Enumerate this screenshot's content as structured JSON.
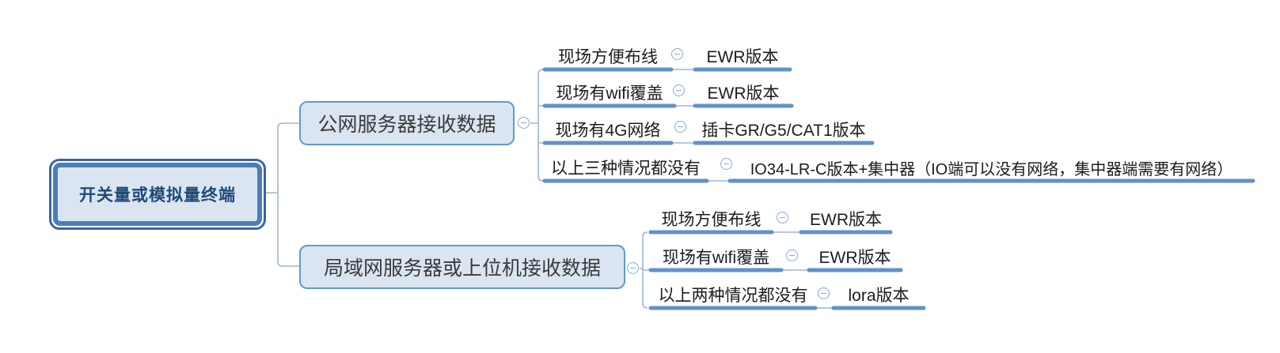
{
  "app": {
    "type": "mind-map"
  },
  "root": {
    "label": "开关量或模拟量终端"
  },
  "branches": [
    {
      "label": "公网服务器接收数据",
      "children": [
        {
          "condition": "现场方便布线",
          "solution": "EWR版本"
        },
        {
          "condition": "现场有wifi覆盖",
          "solution": "EWR版本"
        },
        {
          "condition": "现场有4G网络",
          "solution": "插卡GR/G5/CAT1版本"
        },
        {
          "condition": "以上三种情况都没有",
          "solution": "IO34-LR-C版本+集中器（IO端可以没有网络，集中器端需要有网络）"
        }
      ]
    },
    {
      "label": "局域网服务器或上位机接收数据",
      "children": [
        {
          "condition": "现场方便布线",
          "solution": "EWR版本"
        },
        {
          "condition": "现场有wifi覆盖",
          "solution": "EWR版本"
        },
        {
          "condition": "以上两种情况都没有",
          "solution": "lora版本"
        }
      ]
    }
  ],
  "icons": {
    "collapse": "minus-circle-icon"
  },
  "colors": {
    "node_fill": "#dbe5f1",
    "node_border": "#5b9bd5",
    "root_outer_border": "#3a64ab",
    "root_inner_border": "#4a7ebb",
    "root_text": "#1f4978",
    "underline": "#6291cb",
    "connector": "#9db5dc",
    "topic_text": "#1c1c1c"
  }
}
